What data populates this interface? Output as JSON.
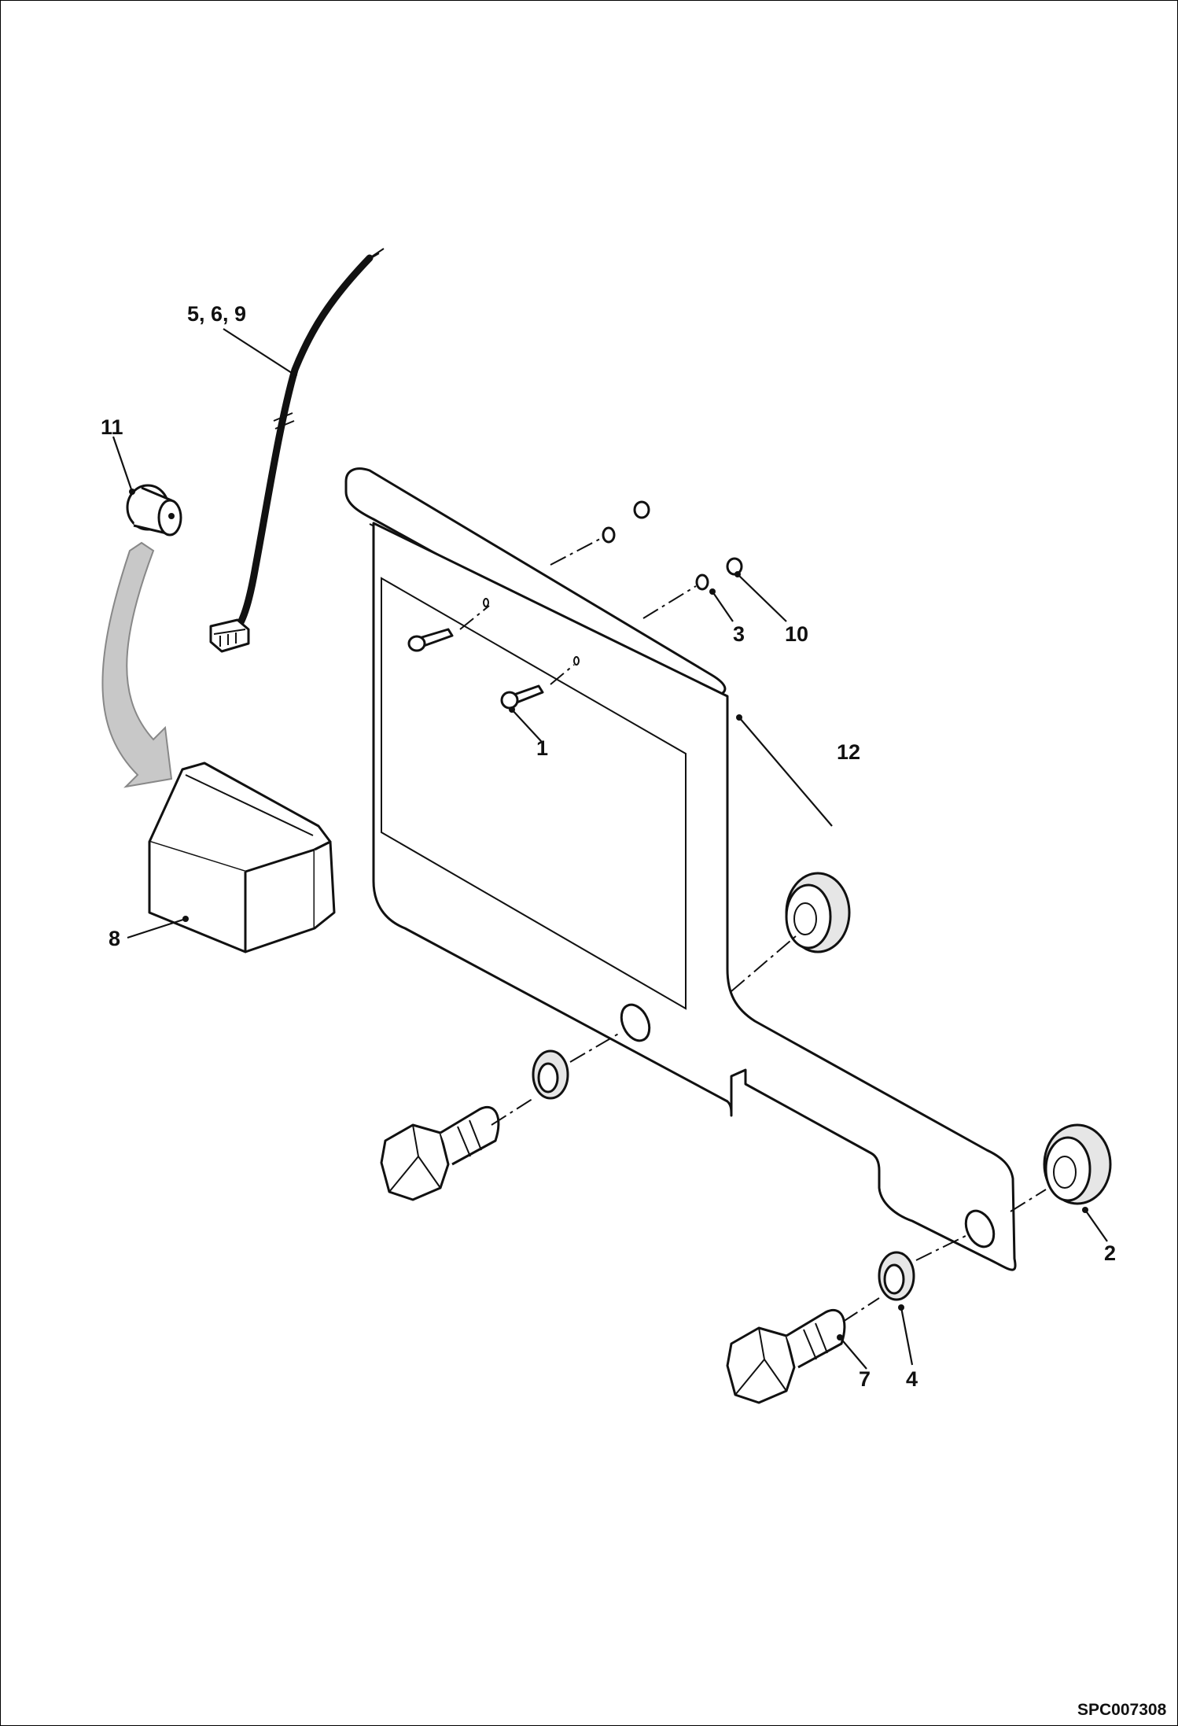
{
  "callouts": {
    "c1": "1",
    "c2": "2",
    "c3": "3",
    "c4": "4",
    "c569": "5, 6, 9",
    "c7": "7",
    "c8": "8",
    "c10": "10",
    "c11": "11",
    "c12": "12"
  },
  "drawing_id": "SPC007308",
  "colors": {
    "line": "#111111",
    "arrow": "#c8c8c8",
    "paper": "#ffffff"
  }
}
